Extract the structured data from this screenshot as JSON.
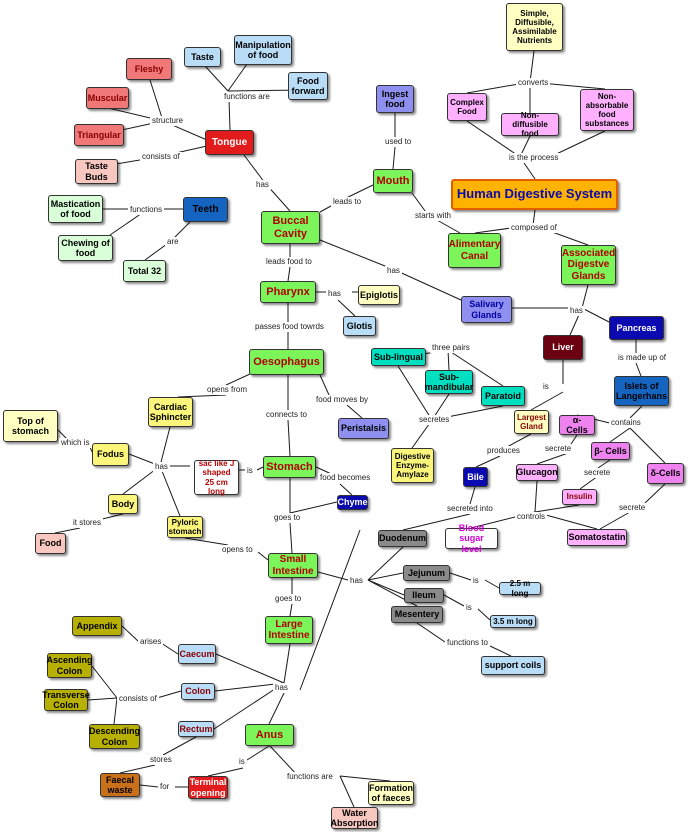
{
  "colors": {
    "green": "#7cf55a",
    "red": "#e21c1c",
    "salmon": "#f07878",
    "pink_light": "#f7c7c0",
    "light_blue": "#b9dcf7",
    "blue_dark": "#1565c0",
    "navy": "#0a0ab0",
    "yellow": "#fbf57c",
    "pale_yellow": "#ffffc2",
    "olive": "#b8b000",
    "orange_title": "#ffb300",
    "magenta": "#ee82ee",
    "magenta_light": "#ffb0ff",
    "periwinkle": "#8f8ff0",
    "teal": "#00e0c0",
    "grey": "#8a8a8a",
    "maroon": "#6a0010",
    "brown": "#c8701a",
    "mint": "#d8ffd8"
  },
  "nodes": {
    "simple": "Simple, Diffusible, Assimilable Nutrients",
    "manipulation": "Manipulation of food",
    "taste": "Taste",
    "fleshy": "Fleshy",
    "food_forward": "Food forward",
    "muscular": "Muscular",
    "ingest": "Ingest food",
    "complex": "Complex Food",
    "non_absorbable": "Non-absorbable food substances",
    "non_diffusible": "Non-diffusible food",
    "triangular": "Triangular",
    "tongue": "Tongue",
    "taste_buds": "Taste Buds",
    "mouth": "Mouth",
    "hds": "Human Digestive System",
    "mastication": "Mastication of food",
    "teeth": "Teeth",
    "buccal": "Buccal Cavity",
    "chewing": "Chewing of food",
    "alimentary": "Alimentary Canal",
    "associated": "Associated Digestve Glands",
    "total32": "Total 32",
    "pharynx": "Pharynx",
    "epiglotis": "Epiglotis",
    "salivary": "Salivary Glands",
    "glotis": "Glotis",
    "pancreas": "Pancreas",
    "liver": "Liver",
    "oesophagus": "Oesophagus",
    "sublingual": "Sub-lingual",
    "submandibular": "Sub-mandibular",
    "paratoid": "Paratoid",
    "islets": "Islets of Langerhans",
    "cardiac": "Cardiac Sphincter",
    "top_stomach": "Top of stomach",
    "peristalsis": "Peristalsis",
    "largest_gland": "Largest Gland",
    "alpha": "α- Cells",
    "fodus": "Fodus",
    "beta": "β- Cells",
    "digestive_enzyme": "Digestive Enzyme- Amylaze",
    "sac": "sac like J shaped 25 cm long",
    "stomach": "Stomach",
    "bile": "Bile",
    "glucagon": "Glucagon",
    "delta": "δ-Cells",
    "body": "Body",
    "chyme": "Chyme",
    "insulin": "Insulin",
    "pyloric": "Pyloric stomach",
    "food": "Food",
    "duodenum": "Duodenum",
    "blood_sugar": "Blood sugar level",
    "somatostatin": "Somatostatin",
    "small_intestine": "Small Intestine",
    "jejunum": "Jejunum",
    "len25": "2.5 m long",
    "ileum": "Ileum",
    "len35": "3.5 m long",
    "appendix": "Appendix",
    "mesentery": "Mesentery",
    "large_intestine": "Large Intestine",
    "caecum": "Caecum",
    "ascending": "Ascending Colon",
    "support_coils": "support coils",
    "colon": "Colon",
    "transverse": "Transverse Colon",
    "descending": "Descending Colon",
    "rectum": "Rectum",
    "anus": "Anus",
    "faecal": "Faecal waste",
    "terminal": "Terminal opening",
    "formation": "Formation of faeces",
    "water": "Water Absorption"
  },
  "labels": {
    "functions_are_tongue": "functions are",
    "structure": "structure",
    "consists_of_tongue": "consists of",
    "has_tongue": "has",
    "functions_teeth": "functions",
    "are": "are",
    "leads_to": "leads to",
    "used_to": "used to",
    "starts_with": "starts with",
    "converts": "converts",
    "is_the_process": "is the process",
    "composed_of": "composed of",
    "leads_food_to": "leads food to",
    "has_salivary": "has",
    "has_associated": "has",
    "has_pharynx": "has",
    "passes_food": "passes food towrds",
    "three_pairs": "three pairs",
    "is_made_up_of": "is made up of",
    "opens_from": "opens from",
    "connects_to": "connects to",
    "food_moves_by": "food moves by",
    "is_liver": "is",
    "contains": "contains",
    "which_is": "which is",
    "secretes_salivary": "secretes",
    "secrete_alpha": "secrete",
    "produces": "produces",
    "has_stomach": "has",
    "is_stomach": "is",
    "food_becomes": "food becomes",
    "secrete_beta": "secrete",
    "it_stores": "it stores",
    "secreted_into": "secreted into",
    "goes_to_small": "goes to",
    "controls": "controls",
    "secrete_delta": "secrete",
    "opens_to": "opens to",
    "has_small": "has",
    "is_jejunum": "is",
    "is_ileum": "is",
    "goes_to_large": "goes to",
    "arises": "arises",
    "functions_to": "functions to",
    "has_large": "has",
    "consists_of_colon": "consists of",
    "stores": "stores",
    "is_anus": "is",
    "for": "for",
    "functions_are_anus": "functions are"
  }
}
